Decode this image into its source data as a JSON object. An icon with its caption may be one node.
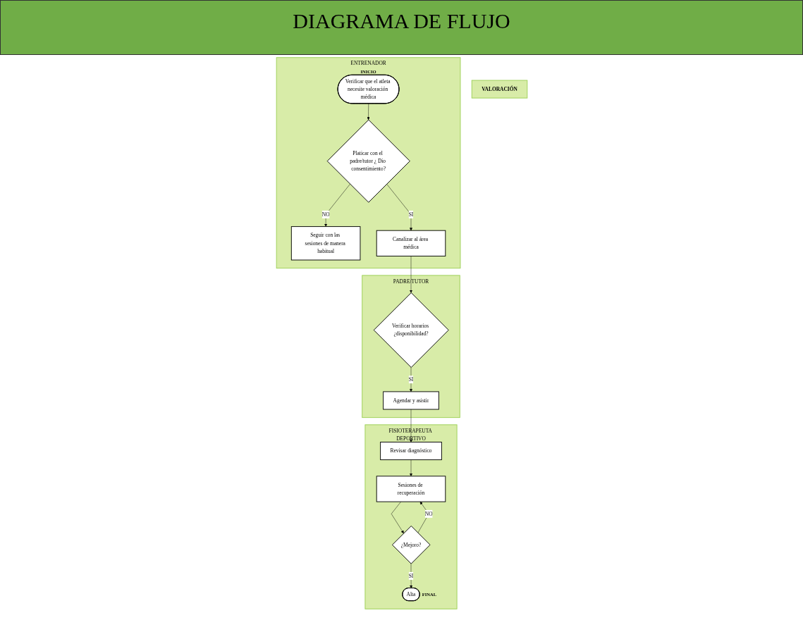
{
  "diagram": {
    "title": "DIAGRAMA DE FLUJO",
    "nodes": [
      {
        "text": [
          "VALORACIÓN"
        ]
      },
      {
        "text": [
          "ENTRENADOR"
        ]
      },
      {
        "text": [
          "Verificar que el atleta necesite valoración médica"
        ],
        "beside": [
          "INICIO"
        ],
        "in": 1
      },
      {
        "text": [
          "Seguir con las sesiones de manera habitual"
        ],
        "in": 1
      },
      {
        "text": [
          "Platicar con el padre/tutor ¿ Dio consentimiento?"
        ],
        "in": 1
      },
      {
        "text": [
          "Canalizar al área médica"
        ],
        "in": 1
      },
      {
        "text": [
          "PADRE/TUTOR"
        ]
      },
      {
        "text": [
          "Verificar horarios ¿disponibilidad?"
        ],
        "in": 6
      },
      {
        "text": [
          "Agendar y asistir"
        ],
        "in": 6
      },
      {
        "text": [
          "FISIOTERAPEUTA DEPORTIVO"
        ]
      },
      {
        "text": [
          "Revisar diagnóstico"
        ],
        "in": 9
      },
      {
        "text": [
          "Alta"
        ],
        "beside": [
          "FINAL"
        ],
        "in": 9
      },
      {
        "text": [
          "¿Mejoro?"
        ],
        "in": 9
      },
      {
        "text": [
          "Sesiones de recuperación"
        ],
        "in": 9
      }
    ],
    "edges": [
      {
        "from": 2,
        "to": 4,
        "arrow": "to"
      },
      {
        "from": 4,
        "to": 3,
        "arrow": "to",
        "label": "NO"
      },
      {
        "from": 4,
        "to": 5,
        "arrow": "to",
        "label": "SI"
      },
      {
        "from": 5,
        "to": 7,
        "arrow": "to"
      },
      {
        "from": 7,
        "to": 8,
        "arrow": "to",
        "label": "SI"
      },
      {
        "from": 8,
        "to": 10,
        "arrow": "to"
      },
      {
        "from": 10,
        "to": 13,
        "arrow": "to"
      },
      {
        "from": 13,
        "to": 12,
        "arrow": "to"
      },
      {
        "from": 12,
        "to": 11,
        "arrow": "to",
        "label": "SI"
      },
      {
        "from": 12,
        "to": 13,
        "arrow": "to",
        "label": "NO"
      }
    ]
  }
}
